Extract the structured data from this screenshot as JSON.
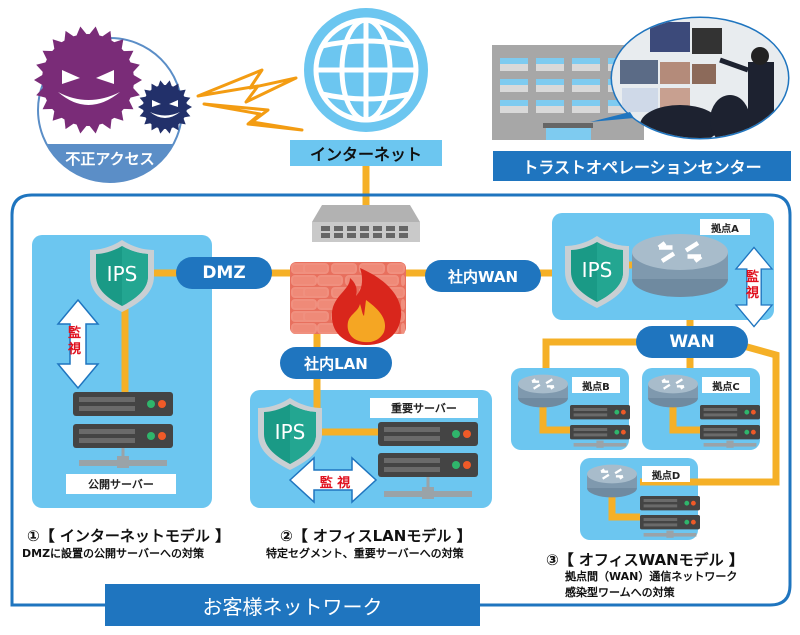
{
  "colors": {
    "primary_blue": "#1f75bf",
    "light_blue": "#6cc6f0",
    "line_orange": "#f5b027",
    "ips_green": "#1a9a86",
    "monitor_red": "#e0101e",
    "threat_purple": "#7a2c78",
    "threat_navy": "#22306a"
  },
  "top": {
    "threat_label": "不正アクセス",
    "internet_label": "インターネット",
    "soc_label": "トラストオペレーションセンター"
  },
  "network": {
    "title": "お客様ネットワーク",
    "dmz_label": "DMZ",
    "lan_label": "社内LAN",
    "wan_internal_label": "社内WAN",
    "wan_label": "WAN",
    "ips_label": "IPS",
    "monitor_label_1": "監",
    "monitor_label_2": "視",
    "monitor_label_inline": "監 視"
  },
  "models": [
    {
      "title": "①【 インターネットモデル 】",
      "description": "DMZに設置の公開サーバーへの対策",
      "server_label": "公開サーバー"
    },
    {
      "title": "②【 オフィスLANモデル 】",
      "description": "特定セグメント、重要サーバーへの対策",
      "server_label": "重要サーバー"
    },
    {
      "title": "③【 オフィスWANモデル 】",
      "description_line1": "拠点間（WAN）通信ネットワーク",
      "description_line2": "感染型ワームへの対策"
    }
  ],
  "sites": [
    {
      "label": "拠点A"
    },
    {
      "label": "拠点B"
    },
    {
      "label": "拠点C"
    },
    {
      "label": "拠点D"
    }
  ]
}
